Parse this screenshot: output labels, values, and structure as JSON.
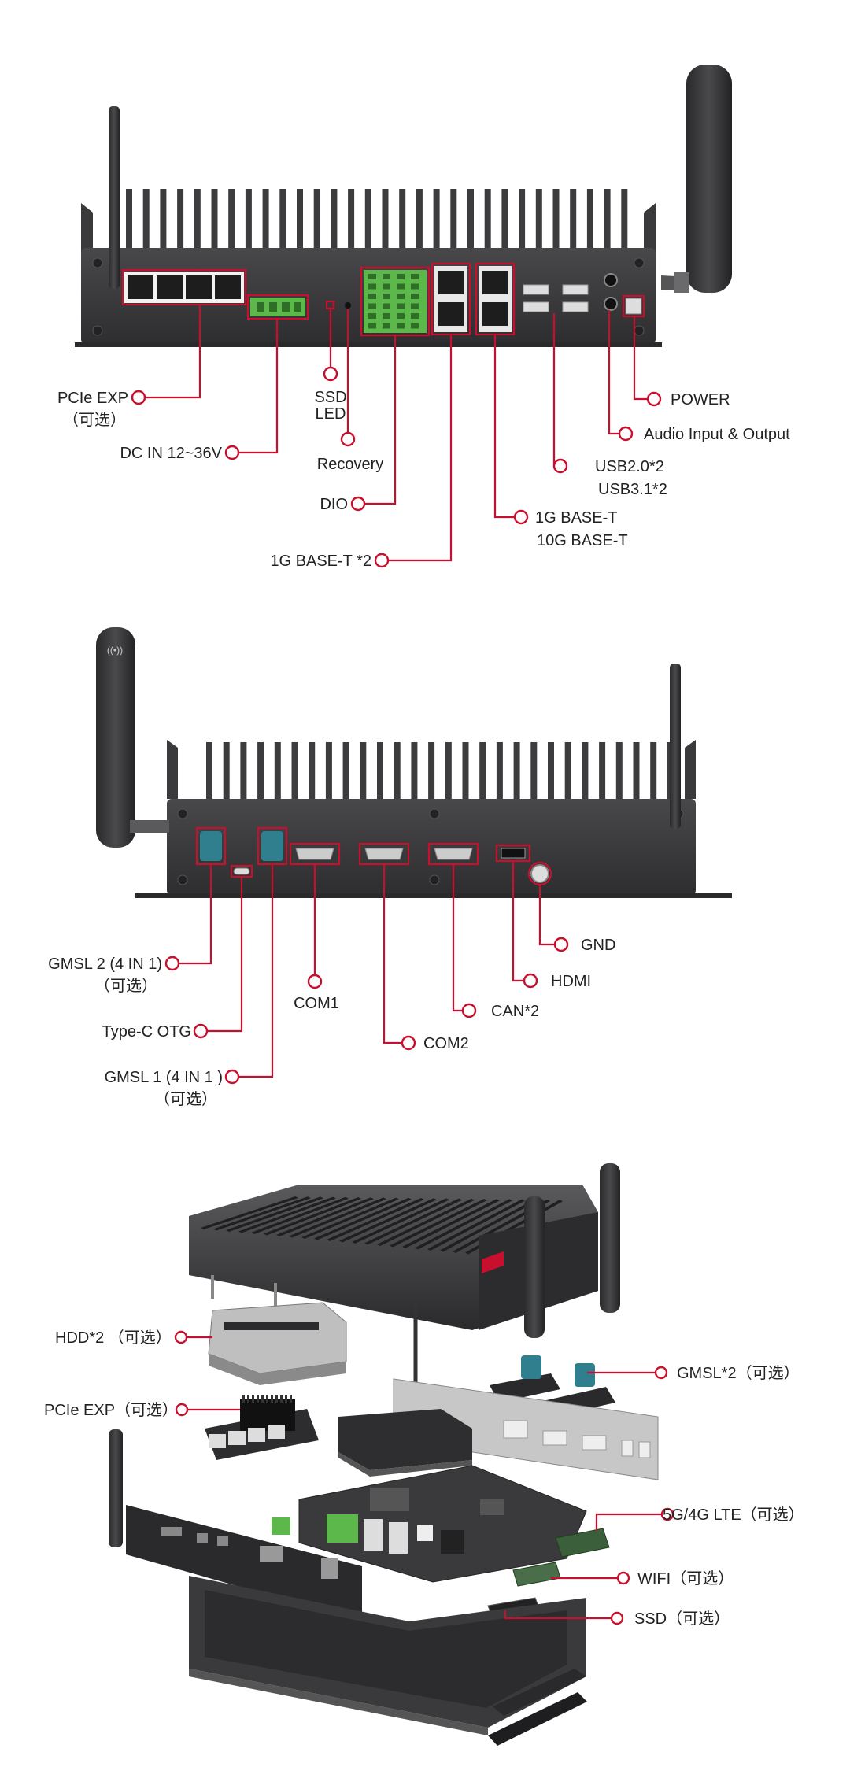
{
  "colors": {
    "accent": "#c8102e",
    "device": "#3c3c3e",
    "device_dark": "#2a2a2c",
    "terminal_green": "#5cb84a",
    "connector_teal": "#2f7f8f"
  },
  "front": {
    "pcie_exp": "PCIe EXP",
    "pcie_exp_opt": "（可选）",
    "dc_in": "DC IN 12~36V",
    "ssd": "SSD",
    "led": "LED",
    "recovery": "Recovery",
    "dio": "DIO",
    "lan2": "1G BASE-T *2",
    "lan10g_a": "1G BASE-T",
    "lan10g_b": "10G BASE-T",
    "usb_a": "USB2.0*2",
    "usb_b": "USB3.1*2",
    "audio": "Audio Input & Output",
    "power": "POWER"
  },
  "rear": {
    "gmsl2_a": "GMSL 2 (4 IN 1)",
    "gmsl2_b": "（可选）",
    "typec": "Type-C OTG",
    "gmsl1_a": "GMSL 1 (4 IN 1 )",
    "gmsl1_b": "（可选）",
    "com1": "COM1",
    "com2": "COM2",
    "can": "CAN*2",
    "hdmi": "HDMI",
    "gnd": "GND"
  },
  "exploded": {
    "hdd": "HDD*2 （可选）",
    "pcie": "PCIe EXP（可选）",
    "gmsl": "GMSL*2（可选）",
    "lte": "5G/4G LTE（可选）",
    "wifi": "WIFI（可选）",
    "ssd": "SSD（可选）"
  }
}
